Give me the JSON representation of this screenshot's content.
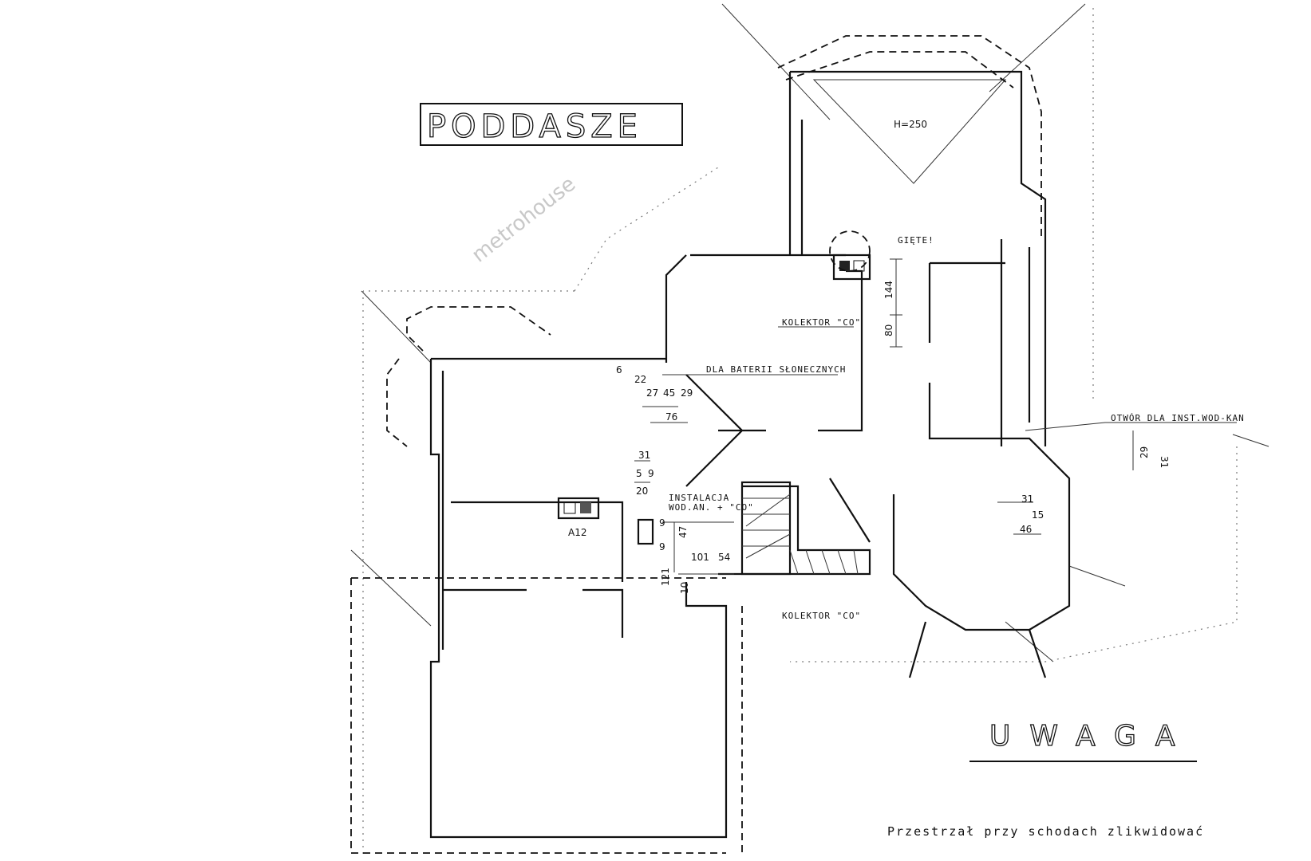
{
  "title": "PODDASZE",
  "height_label": "H=250",
  "labels": {
    "kolektor_co_top": "KOLEKTOR \"CO\"",
    "solar": "DLA BATERII SŁONECZNYCH",
    "instalacja_1": "INSTALACJA",
    "instalacja_2": "WOD.AN. + \"CO\"",
    "kolektor_co_bottom": "KOLEKTOR \"CO\"",
    "otwor": "OTWÓR DLA INST.WOD-KAN",
    "giete": "GIĘTE!",
    "room_code": "A12"
  },
  "dimensions": {
    "d144": "144",
    "d80": "80",
    "d6": "6",
    "d22": "22",
    "d27": "27",
    "d45": "45",
    "d29a": "29",
    "d76": "76",
    "d31a": "31",
    "d5": "5",
    "d9a": "9",
    "d20": "20",
    "d9b": "9",
    "d47": "47",
    "d9c": "9",
    "d101": "101",
    "d54": "54",
    "d121": "121",
    "d10": "10",
    "d31b": "31",
    "d29b": "29",
    "d31c": "31",
    "d15": "15",
    "d46": "46"
  },
  "note": {
    "heading": "UWAGA",
    "text": "Przestrzał przy schodach zlikwidować"
  },
  "watermark": "metrohouse"
}
